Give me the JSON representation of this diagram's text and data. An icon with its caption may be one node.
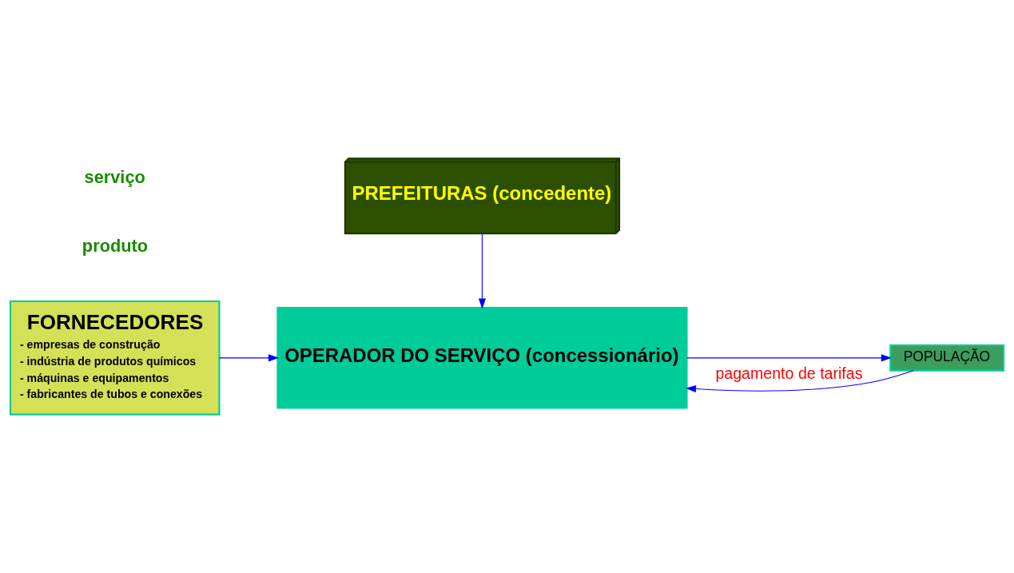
{
  "diagram": {
    "nodes": [
      {
        "text": [
          "PREFEITURAS (concedente)"
        ]
      },
      {
        "text": [
          "FORNECEDORES",
          "- empresas de construção",
          "- indústria de produtos químicos",
          "- máquinas e equipamentos",
          "- fabricantes de tubos e conexões"
        ]
      },
      {
        "text": [
          "OPERADOR DO SERVIÇO (concessionário)"
        ]
      },
      {
        "text": [
          "POPULAÇÃO"
        ]
      }
    ],
    "edges": [
      {
        "from": 0,
        "to": 2,
        "arrow": "to"
      },
      {
        "from": 1,
        "to": 2,
        "arrow": "to"
      },
      {
        "from": 2,
        "to": 3,
        "arrow": "to"
      },
      {
        "from": 3,
        "to": 2,
        "arrow": "to",
        "label": "pagamento de tarifas"
      }
    ],
    "labels": [
      "produto",
      "serviço"
    ]
  }
}
